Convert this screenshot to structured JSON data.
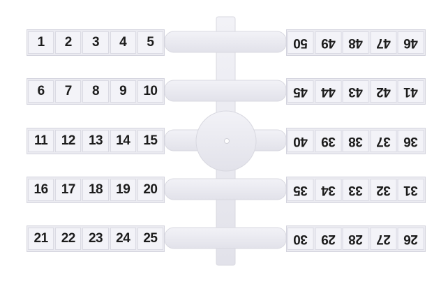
{
  "marker_sheet": {
    "left_strips": [
      [
        "1",
        "2",
        "3",
        "4",
        "5"
      ],
      [
        "6",
        "7",
        "8",
        "9",
        "10"
      ],
      [
        "11",
        "12",
        "13",
        "14",
        "15"
      ],
      [
        "16",
        "17",
        "18",
        "19",
        "20"
      ],
      [
        "21",
        "22",
        "23",
        "24",
        "25"
      ]
    ],
    "right_strips": [
      [
        "50",
        "49",
        "48",
        "47",
        "46"
      ],
      [
        "45",
        "44",
        "43",
        "42",
        "41"
      ],
      [
        "40",
        "39",
        "38",
        "37",
        "36"
      ],
      [
        "35",
        "34",
        "33",
        "32",
        "31"
      ],
      [
        "30",
        "29",
        "28",
        "27",
        "26"
      ]
    ]
  },
  "colors": {
    "background": "#ffffff",
    "plastic": "#ebebf1",
    "text": "#1c1c1c"
  }
}
